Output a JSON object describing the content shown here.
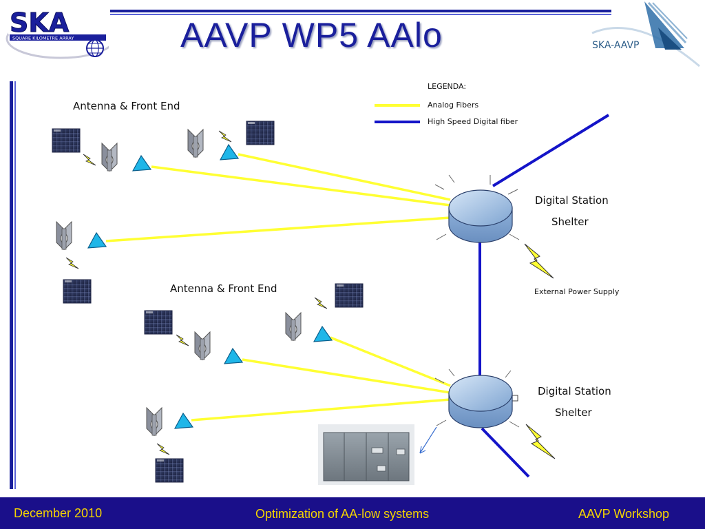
{
  "header": {
    "title": "AAVP WP5  AAlo",
    "logo_left_text": "SKA",
    "logo_left_subtitle": "SQUARE KILOMETRE ARRAY",
    "logo_right_text": "SKA-AAVP"
  },
  "legend": {
    "title": "LEGENDA:",
    "items": [
      {
        "label": "Analog Fibers",
        "color": "#ffff33"
      },
      {
        "label": "High Speed Digital fiber",
        "color": "#1414c8"
      }
    ]
  },
  "diagram": {
    "groups": [
      {
        "label": "Antenna & Front End"
      },
      {
        "label": "Antenna & Front End"
      }
    ],
    "shelters": [
      {
        "label_line1": "Digital Station",
        "label_line2": "Shelter"
      },
      {
        "label_line1": "Digital Station",
        "label_line2": "Shelter"
      }
    ],
    "power_label": "External Power Supply"
  },
  "colors": {
    "brand_blue": "#1a1f9c",
    "footer_bg": "#1a0f8a",
    "footer_text": "#f5d400",
    "analog_fiber": "#ffff33",
    "digital_fiber": "#1414c8"
  },
  "footer": {
    "left": "December 2010",
    "center": "Optimization of AA-low systems",
    "right": "AAVP Workshop"
  }
}
